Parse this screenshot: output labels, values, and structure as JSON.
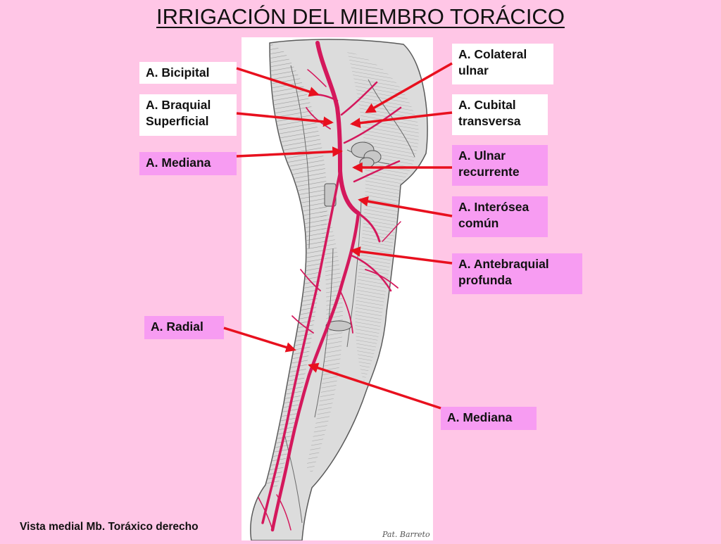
{
  "title": "IRRIGACIÓN DEL MIEMBRO TORÁCICO",
  "caption": "Vista medial Mb. Toráxico derecho",
  "illustration_signature": "Pat. Barreto",
  "labels": {
    "bicipital": "A. Bicipital",
    "braquial_superficial": "A. Braquial\nSuperficial",
    "mediana_upper": "A. Mediana",
    "radial": "A. Radial",
    "colateral_ulnar": "A. Colateral\nulnar",
    "cubital_transversa": "A. Cubital\ntransversa",
    "ulnar_recurrente": "A. Ulnar\nrecurrente",
    "interosea_comun": "A. Interósea\ncomún",
    "antebraquial_profunda": "A. Antebraquial\nprofunda",
    "mediana_lower": "A. Mediana"
  },
  "colors": {
    "background": "#ffc6e6",
    "label_pink": "#f79cf2",
    "label_white": "#ffffff",
    "arrow": "#e8101e",
    "artery": "#d4185c",
    "muscle_shade": "#9a9a9a"
  }
}
